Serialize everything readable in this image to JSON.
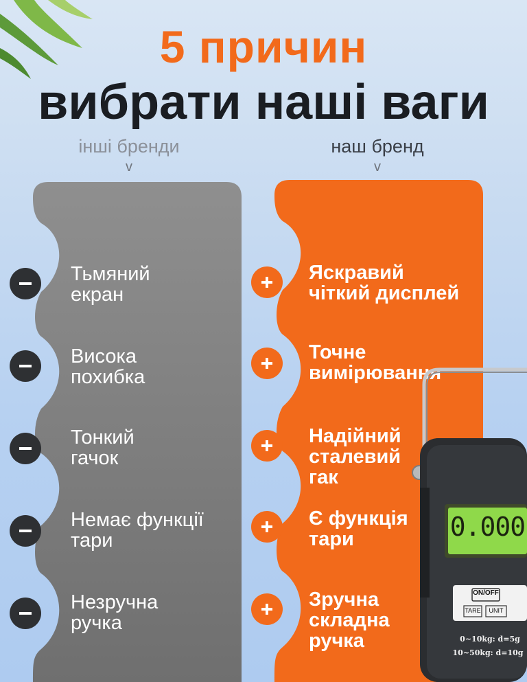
{
  "header": {
    "line1": "5 причин",
    "line2": "вибрати наші ваги"
  },
  "columns": {
    "left_label": "інші бренди",
    "right_label": "наш бренд",
    "arrow": "v"
  },
  "colors": {
    "accent": "#f26a1b",
    "dark": "#1a1d22",
    "grey_panel": "#8a8a8a"
  },
  "other_brands": [
    {
      "line1": "Тьмяний",
      "line2": "екран"
    },
    {
      "line1": "Висока",
      "line2": "похибка"
    },
    {
      "line1": "Тонкий",
      "line2": "гачок"
    },
    {
      "line1": "Немає функції",
      "line2": "тари"
    },
    {
      "line1": "Незручна",
      "line2": "ручка"
    }
  ],
  "our_brand": [
    {
      "line1": "Яскравий",
      "line2": "чіткий дисплей",
      "line3": ""
    },
    {
      "line1": "Точне",
      "line2": "вимірювання",
      "line3": ""
    },
    {
      "line1": "Надійний",
      "line2": "сталевий",
      "line3": "гак"
    },
    {
      "line1": "Є функція",
      "line2": "тари",
      "line3": ""
    },
    {
      "line1": "Зручна",
      "line2": "складна",
      "line3": "ручка"
    }
  ],
  "product": {
    "display_value": "0.000",
    "button_onoff": "ON/OFF",
    "button_tare": "TARE",
    "button_unit": "UNIT",
    "spec1": "0~10kg: d=5g",
    "spec2": "10~50kg: d=10g"
  }
}
